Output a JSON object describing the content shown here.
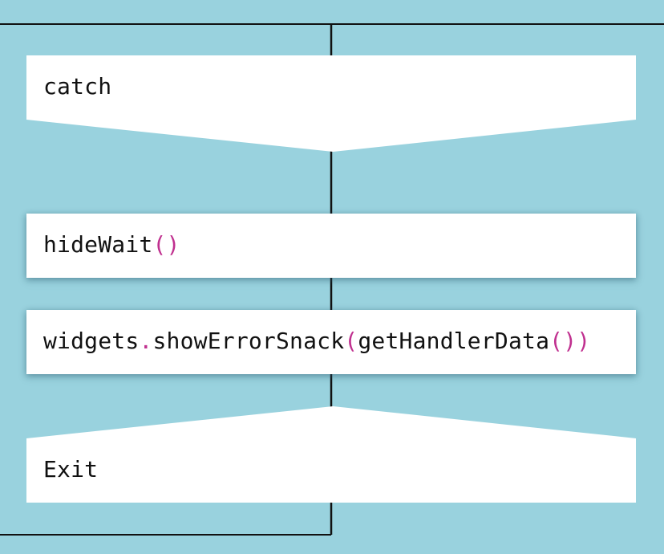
{
  "diagram": {
    "catch_block": {
      "label": "catch"
    },
    "hide_wait_step": {
      "call": "hideWait",
      "open_paren": "(",
      "close_paren": ")"
    },
    "show_error_step": {
      "object": "widgets",
      "dot": ".",
      "method": "showErrorSnack",
      "open_paren": "(",
      "argument_call": "getHandlerData",
      "inner_parens": "()",
      "close_paren": ")"
    },
    "exit_block": {
      "label": "Exit"
    }
  },
  "colors": {
    "background": "#99d2de",
    "box_fill": "#ffffff",
    "connector": "#111111",
    "punctuation": "#c0308f"
  }
}
